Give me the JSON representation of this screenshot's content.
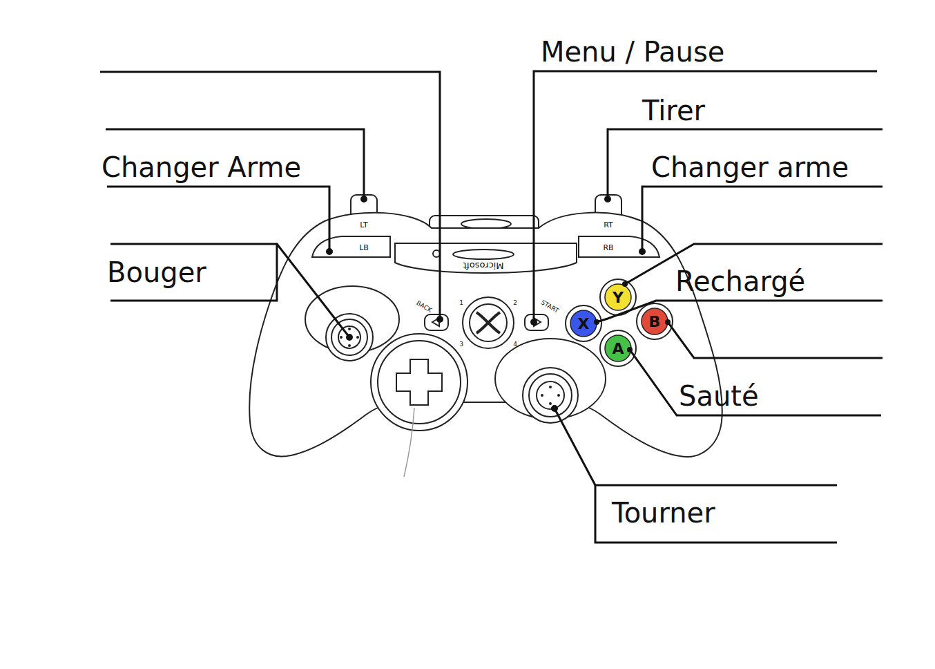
{
  "diagram": {
    "labels": [
      "Menu / Pause",
      "Tirer",
      "Changer Arme",
      "Changer arme",
      "LT",
      "RT",
      "LB",
      "RB",
      "Microsoft",
      "Bouger",
      "Rechargé",
      "Y",
      "BACK",
      "1",
      "2",
      "START",
      "X",
      "B",
      "3",
      "4",
      "A",
      "Sauté",
      "Tourner"
    ]
  }
}
